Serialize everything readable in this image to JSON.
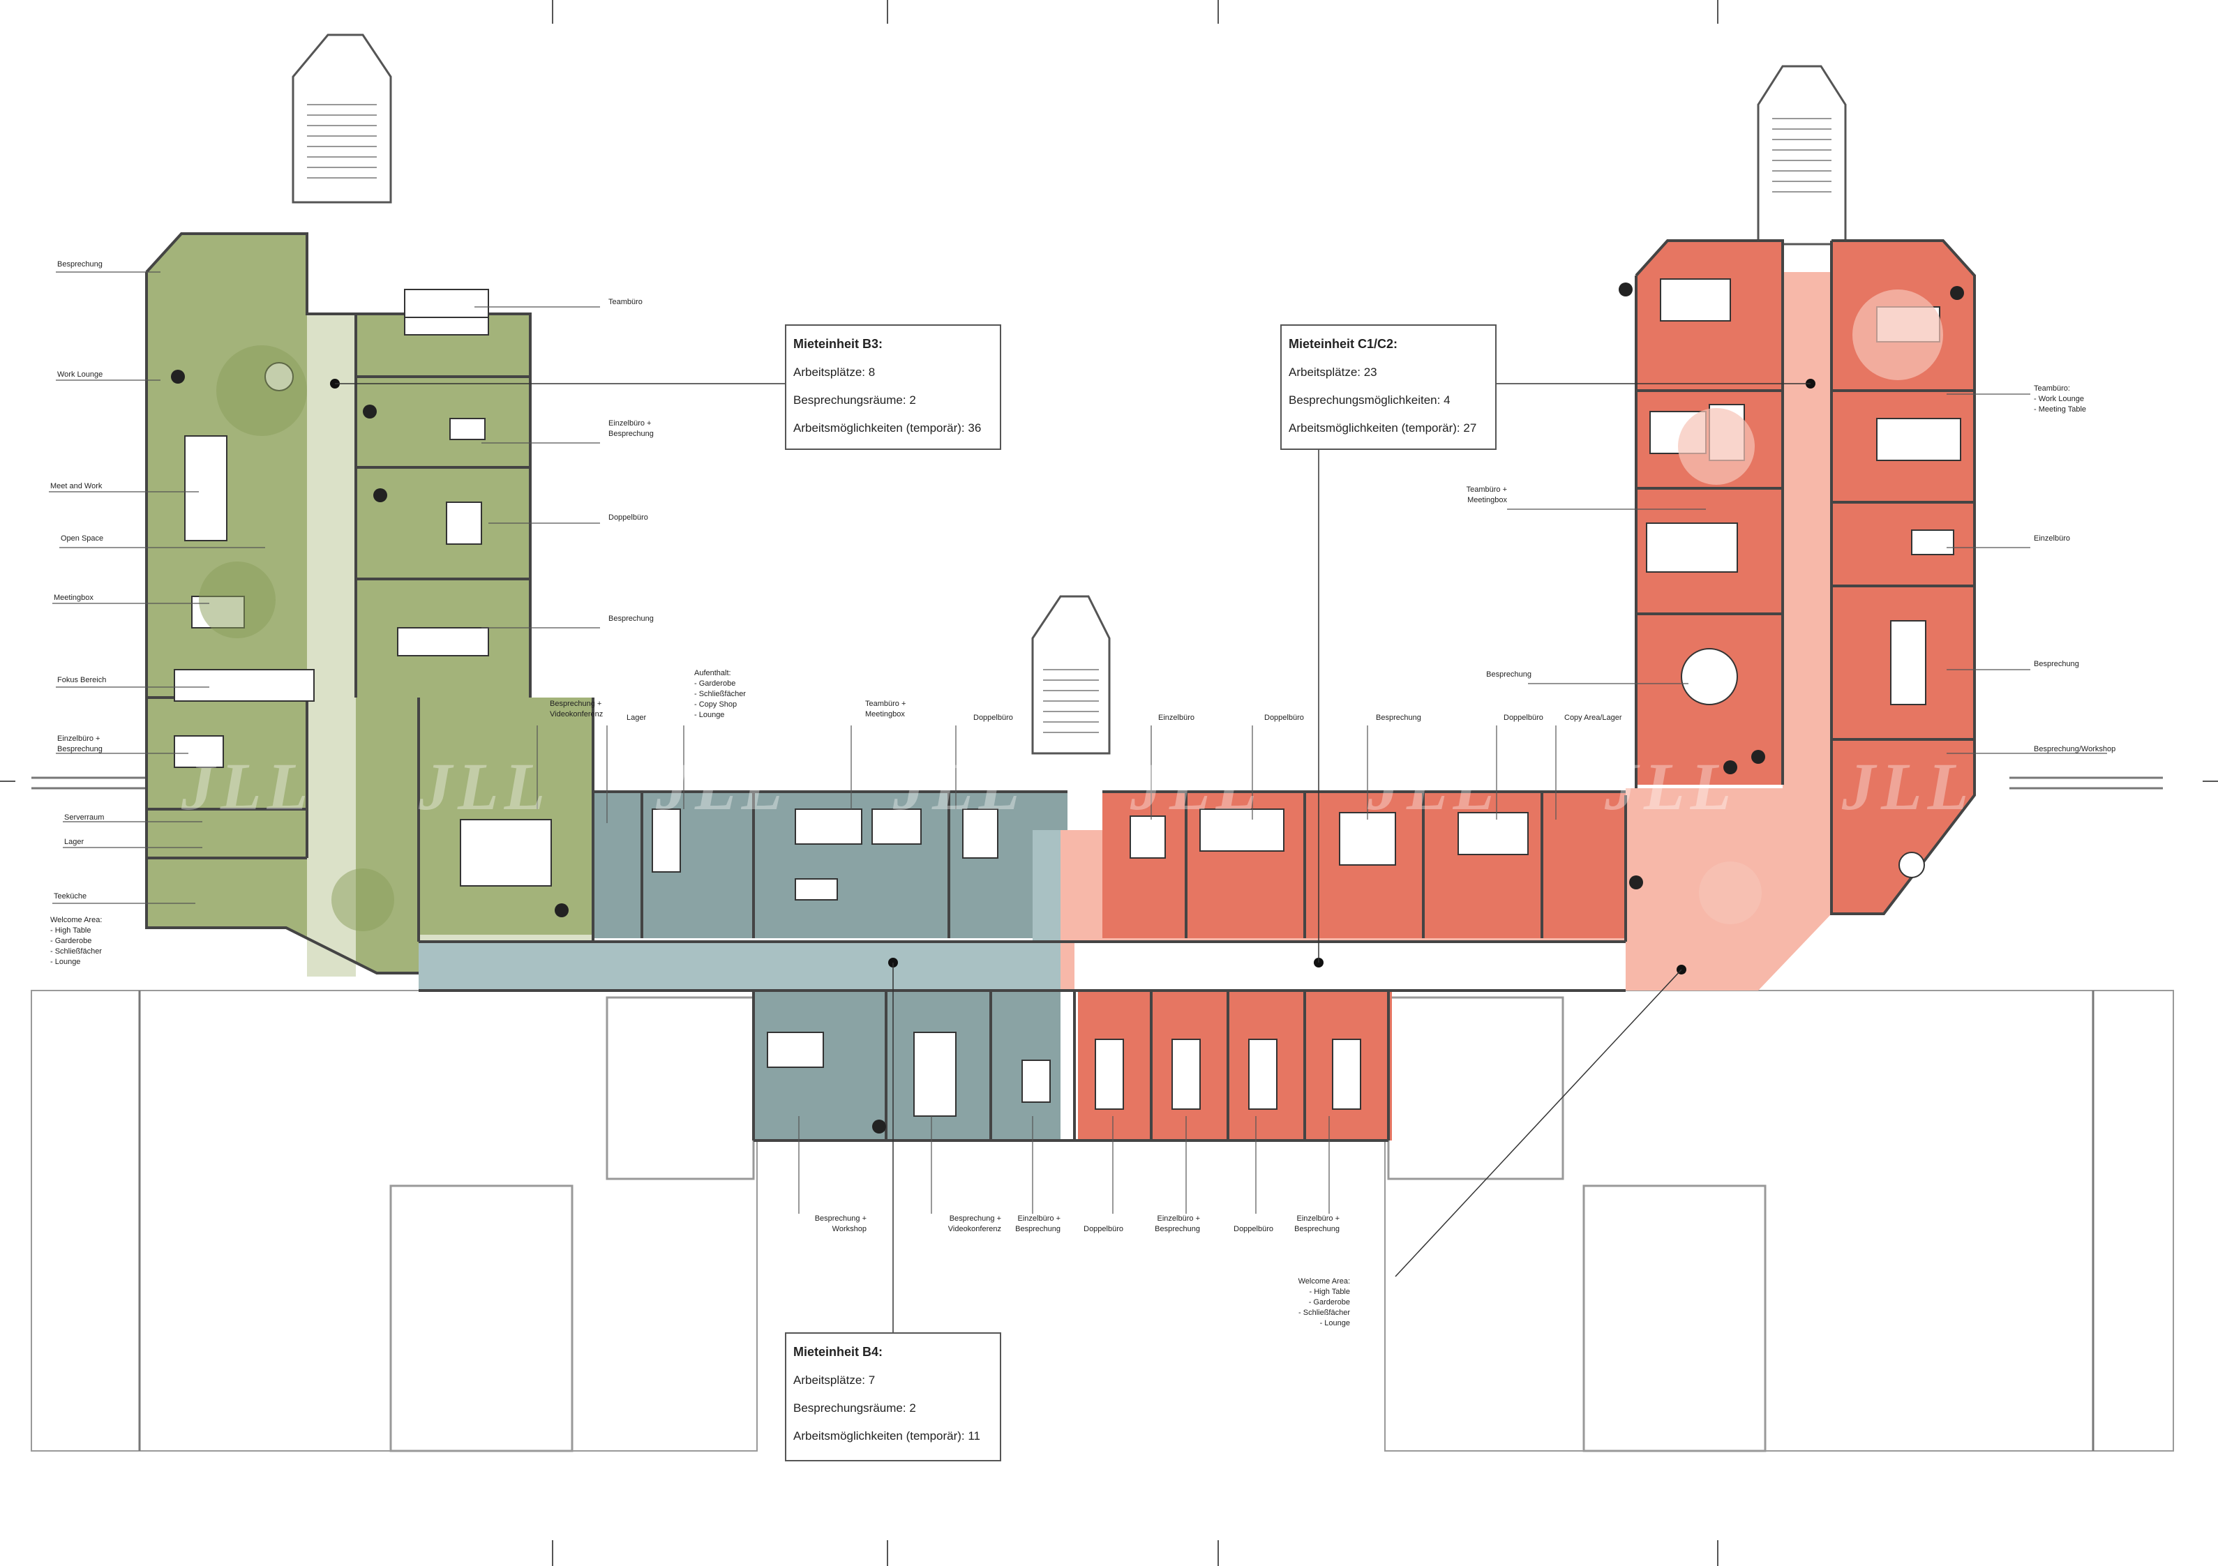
{
  "colors": {
    "b3_green": "#a3b37a",
    "b3_corridor": "#dbe1c8",
    "b4_blue": "#8aa3a4",
    "b4_corridor": "#a9c1c3",
    "c_red": "#e67662",
    "c_corridor": "#f7b8a9",
    "wall": "#555555"
  },
  "watermark": "JLL",
  "units": [
    {
      "title": "Mieteinheit B3:",
      "rows": [
        "Arbeitsplätze: 8",
        "Besprechungsräume: 2",
        "Arbeitsmöglichkeiten (temporär): 36"
      ]
    },
    {
      "title": "Mieteinheit C1/C2:",
      "rows": [
        "Arbeitsplätze: 23",
        "Besprechungsmöglichkeiten: 4",
        "Arbeitsmöglichkeiten (temporär): 27"
      ]
    },
    {
      "title": "Mieteinheit B4:",
      "rows": [
        "Arbeitsplätze: 7",
        "Besprechungsräume: 2",
        "Arbeitsmöglichkeiten (temporär): 11"
      ]
    }
  ],
  "labels_left": [
    {
      "lines": [
        "Besprechung"
      ]
    },
    {
      "lines": [
        "Work Lounge"
      ]
    },
    {
      "lines": [
        "Meet and Work"
      ]
    },
    {
      "lines": [
        "Open Space"
      ]
    },
    {
      "lines": [
        "Meetingbox"
      ]
    },
    {
      "lines": [
        "Fokus Bereich"
      ]
    },
    {
      "lines": [
        "Einzelbüro +",
        "Besprechung"
      ]
    },
    {
      "lines": [
        "Serverraum"
      ]
    },
    {
      "lines": [
        "Lager"
      ]
    },
    {
      "lines": [
        "Teeküche"
      ]
    },
    {
      "lines": [
        "Welcome Area:",
        "- High Table",
        "- Garderobe",
        "- Schließfächer",
        "- Lounge"
      ]
    }
  ],
  "labels_b3_right": [
    {
      "lines": [
        "Teambüro"
      ]
    },
    {
      "lines": [
        "Einzelbüro +",
        "Besprechung"
      ]
    },
    {
      "lines": [
        "Doppelbüro"
      ]
    },
    {
      "lines": [
        "Besprechung"
      ]
    }
  ],
  "labels_top": [
    {
      "lines": [
        "Besprechung +",
        "Videokonferenz"
      ]
    },
    {
      "lines": [
        "Lager"
      ]
    },
    {
      "lines": [
        "Aufenthalt:",
        "- Garderobe",
        "- Schließfächer",
        "- Copy Shop",
        "- Lounge"
      ]
    },
    {
      "lines": [
        "Teambüro +",
        "Meetingbox"
      ]
    },
    {
      "lines": [
        "Doppelbüro"
      ]
    },
    {
      "lines": [
        "Einzelbüro"
      ]
    },
    {
      "lines": [
        "Doppelbüro"
      ]
    },
    {
      "lines": [
        "Besprechung"
      ]
    },
    {
      "lines": [
        "Doppelbüro"
      ]
    },
    {
      "lines": [
        "Copy Area/Lager"
      ]
    }
  ],
  "labels_bottom": [
    {
      "lines": [
        "Besprechung +",
        "Workshop"
      ]
    },
    {
      "lines": [
        "Besprechung +",
        "Videokonferenz"
      ]
    },
    {
      "lines": [
        "Einzelbüro +",
        "Besprechung"
      ]
    },
    {
      "lines": [
        "Doppelbüro"
      ]
    },
    {
      "lines": [
        "Einzelbüro +",
        "Besprechung"
      ]
    },
    {
      "lines": [
        "Doppelbüro"
      ]
    },
    {
      "lines": [
        "Einzelbüro +",
        "Besprechung"
      ]
    },
    {
      "lines": [
        "Welcome Area:",
        "- High Table",
        "- Garderobe",
        "- Schließfächer",
        "- Lounge"
      ]
    }
  ],
  "labels_c_left": [
    {
      "lines": [
        "Teambüro +",
        "Meetingbox"
      ]
    },
    {
      "lines": [
        "Besprechung"
      ]
    }
  ],
  "labels_right": [
    {
      "lines": [
        "Teambüro:",
        "- Work Lounge",
        "- Meeting Table"
      ]
    },
    {
      "lines": [
        "Einzelbüro"
      ]
    },
    {
      "lines": [
        "Besprechung"
      ]
    },
    {
      "lines": [
        "Besprechung/Workshop"
      ]
    }
  ]
}
